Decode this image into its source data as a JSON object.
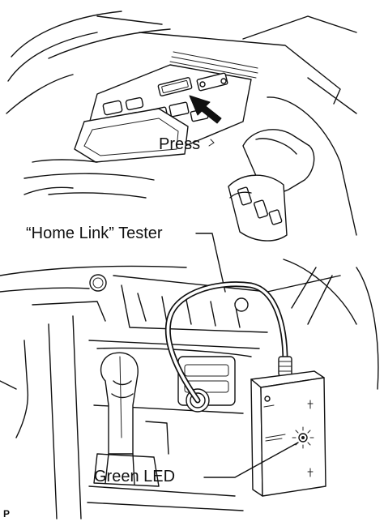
{
  "labels": {
    "press": "Press",
    "tester": "“Home Link” Tester",
    "green_led": "Green LED",
    "figure_code": "P"
  }
}
